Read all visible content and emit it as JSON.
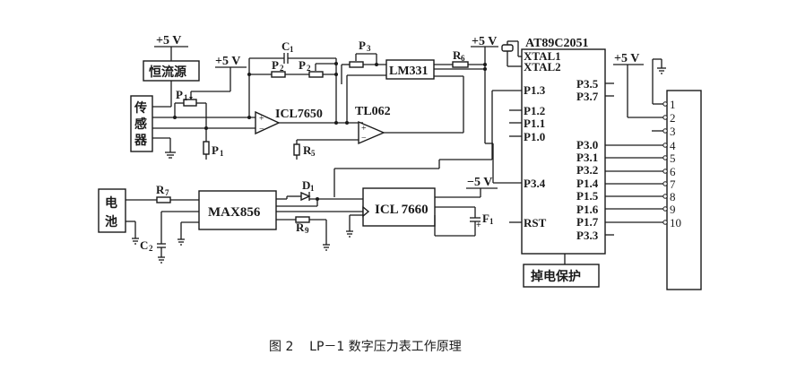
{
  "caption": "图 2    LP－1 数字压力表工作原理",
  "supplies": {
    "plus5v": "+5 V",
    "minus5v": "−5 V"
  },
  "blocks": {
    "current_source": "恒流源",
    "sensor": [
      "传",
      "感",
      "器"
    ],
    "battery": [
      "电",
      "池"
    ],
    "max856": "MAX856",
    "icl7660": "ICL 7660",
    "lm331": "LM331",
    "mcu": "AT89C2051",
    "powerfail": "掉电保护"
  },
  "opamps": {
    "icl7650": "ICL7650",
    "tl062": "TL062"
  },
  "components": {
    "P1_pot": "P",
    "P1_pot_sub": "1",
    "P1_res": "P",
    "P1_res_sub": "1",
    "C1": "C",
    "C1_sub": "1",
    "P2a": "P",
    "P2a_sub": "2",
    "P2b": "P",
    "P2b_sub": "2",
    "P3": "P",
    "P3_sub": "3",
    "R5": "R",
    "R5_sub": "5",
    "R6": "R",
    "R6_sub": "6",
    "R7": "R",
    "R7_sub": "7",
    "R9": "R",
    "R9_sub": "9",
    "D1": "D",
    "D1_sub": "1",
    "C2": "C",
    "C2_sub": "2",
    "F1": "F",
    "F1_sub": "1"
  },
  "mcu_pins_left": [
    "XTAL1",
    "XTAL2",
    "P1.3",
    "P1.2",
    "P1.1",
    "P1.0",
    "P3.4",
    "RST"
  ],
  "mcu_pins_right": [
    "P3.5",
    "P3.7",
    "P3.0",
    "P3.1",
    "P3.2",
    "P1.4",
    "P1.5",
    "P1.6",
    "P1.7",
    "P3.3"
  ],
  "connector_pins": [
    "1",
    "2",
    "3",
    "4",
    "5",
    "6",
    "7",
    "8",
    "9",
    "10"
  ]
}
